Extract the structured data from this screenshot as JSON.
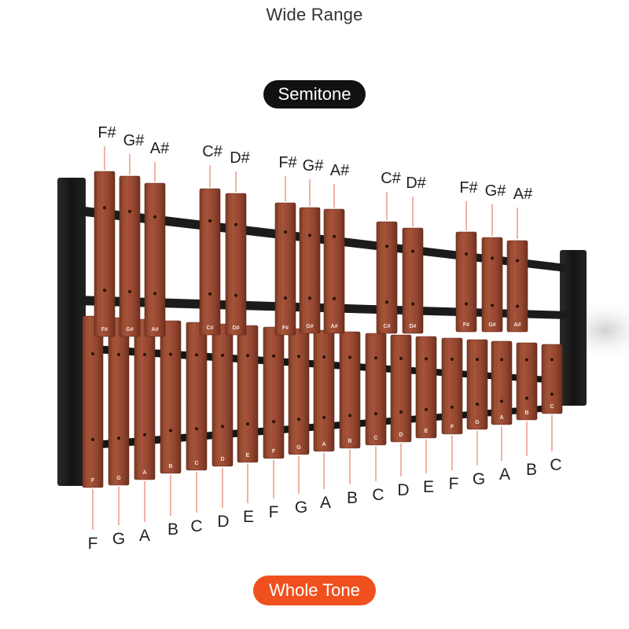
{
  "title": "Wide Range",
  "badges": {
    "semitone": "Semitone",
    "whole_tone": "Whole Tone"
  },
  "colors": {
    "whole_tone_badge": "#f0501e",
    "semitone_badge": "#111111",
    "bar_wood": "#9a4a2f",
    "frame": "#1a1a1a",
    "leader_line": "#e06a4a"
  },
  "sharp_notes": [
    "F#",
    "G#",
    "A#",
    "C#",
    "D#",
    "F#",
    "G#",
    "A#",
    "C#",
    "D#",
    "F#",
    "G#",
    "A#"
  ],
  "natural_notes": [
    "F",
    "G",
    "A",
    "B",
    "C",
    "D",
    "E",
    "F",
    "G",
    "A",
    "B",
    "C",
    "D",
    "E",
    "F",
    "G",
    "A",
    "B",
    "C"
  ],
  "sharp_bar_marks": [
    "F#",
    "G#",
    "A#",
    "C#",
    "D#",
    "F#",
    "G#",
    "A#",
    "C#",
    "D#",
    "F#",
    "G#",
    "A#"
  ],
  "natural_bar_marks": [
    "F",
    "G",
    "A",
    "B",
    "C",
    "D",
    "E",
    "F",
    "G",
    "A",
    "B",
    "C",
    "D",
    "E",
    "F",
    "G",
    "A",
    "B",
    "C"
  ]
}
